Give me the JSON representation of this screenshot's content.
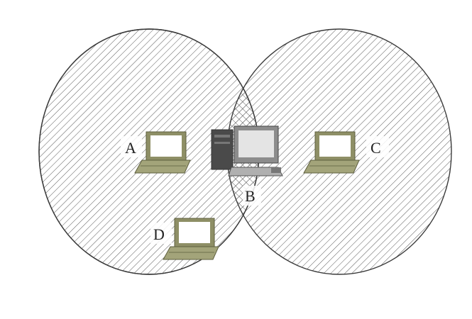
{
  "diagram": {
    "colors": {
      "hatch": "#5a5a5a",
      "circle_outline": "#3a3a3a",
      "laptop_body": "#8e8f66",
      "laptop_dark": "#5e5f3f",
      "screen": "#ffffff",
      "desktop_gray": "#9a9a9a",
      "desktop_dark": "#4a4a4a"
    },
    "regions": [
      {
        "id": "left-coverage",
        "pattern": "diagonal-hatch"
      },
      {
        "id": "right-coverage",
        "pattern": "diagonal-hatch"
      },
      {
        "id": "overlap",
        "pattern": "cross-hatch"
      }
    ],
    "nodes": [
      {
        "id": "A",
        "label": "A",
        "device": "laptop-icon"
      },
      {
        "id": "B",
        "label": "B",
        "device": "desktop-computer-icon"
      },
      {
        "id": "C",
        "label": "C",
        "device": "laptop-icon"
      },
      {
        "id": "D",
        "label": "D",
        "device": "laptop-icon"
      }
    ]
  }
}
